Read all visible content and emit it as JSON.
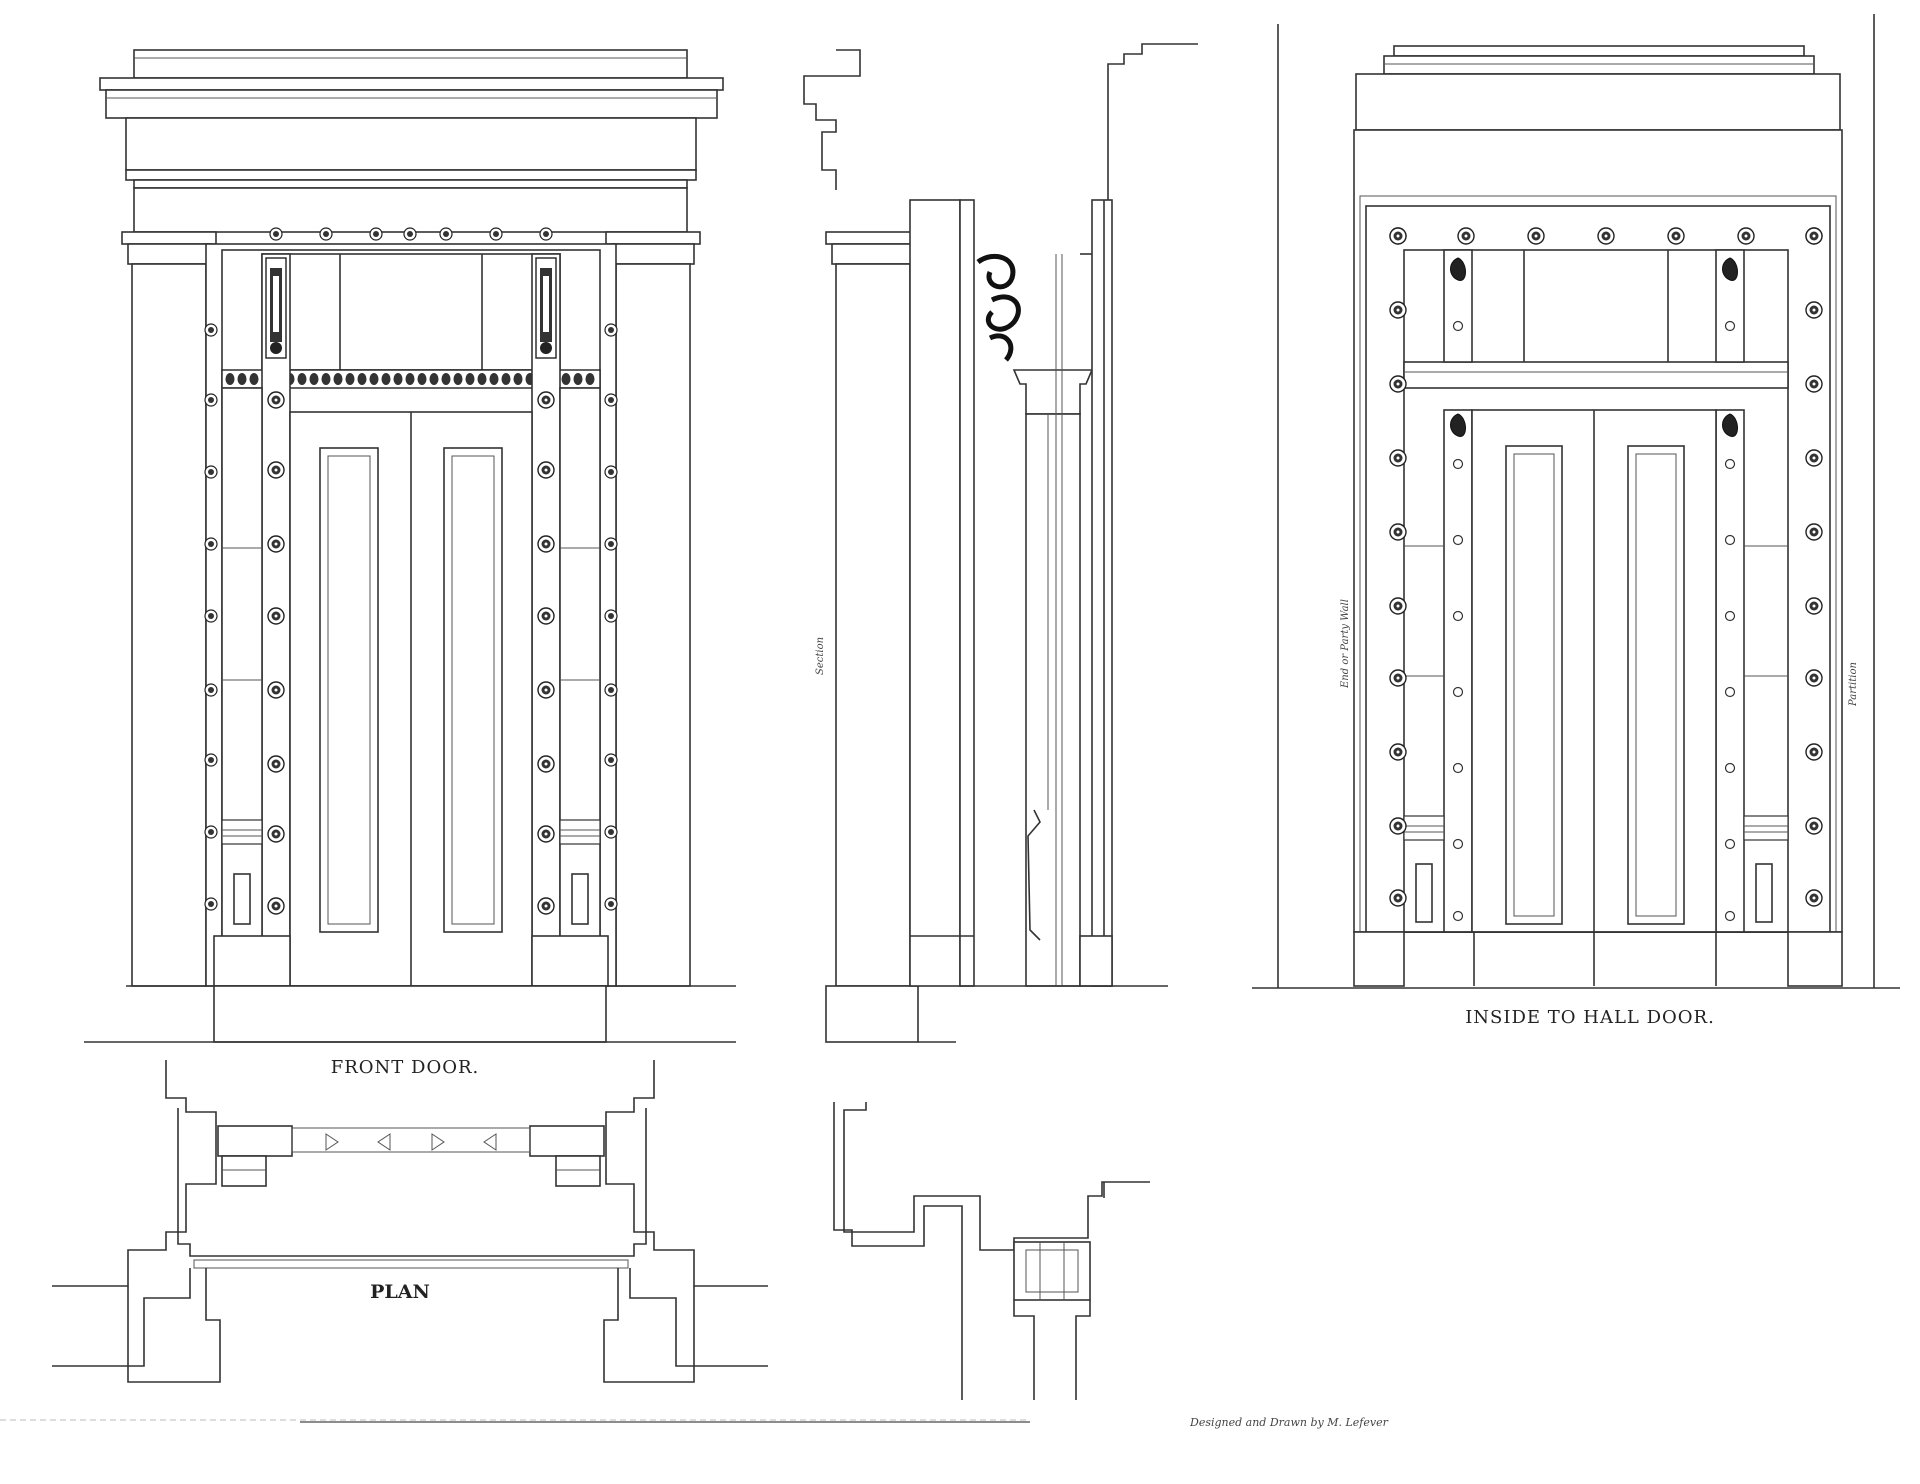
{
  "captions": {
    "front_door": "FRONT DOOR.",
    "inside_door": "INSIDE TO HALL DOOR.",
    "plan": "PLAN"
  },
  "annotations": {
    "section": "Section",
    "end_wall": "End or Party Wall",
    "partition": "Partition"
  },
  "credit": "Designed and Drawn by M. Lefever"
}
